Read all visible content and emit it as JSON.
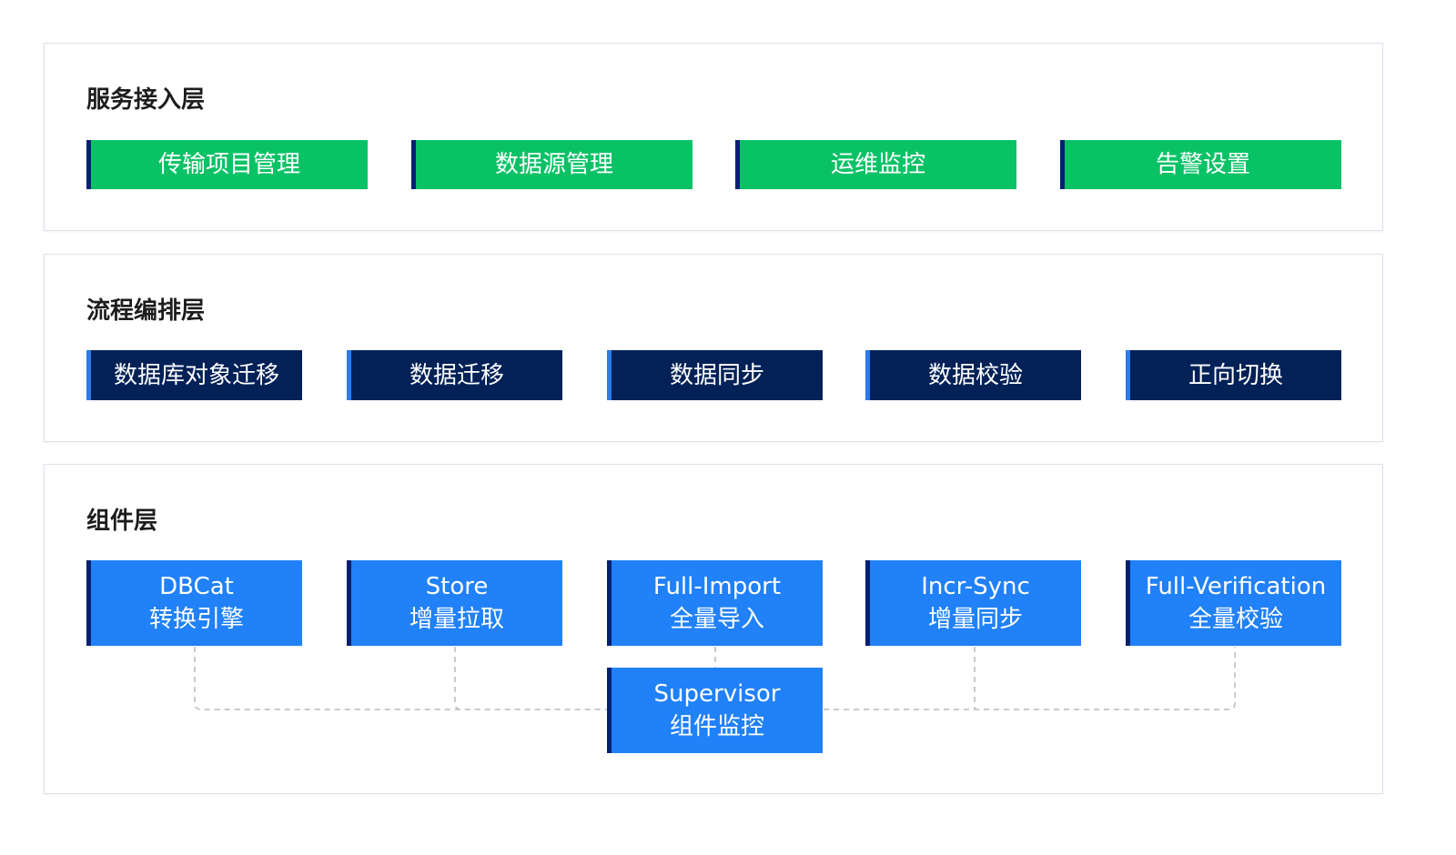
{
  "layers": {
    "access": {
      "title": "服务接入层",
      "items": [
        "传输项目管理",
        "数据源管理",
        "运维监控",
        "告警设置"
      ]
    },
    "orchestration": {
      "title": "流程编排层",
      "items": [
        "数据库对象迁移",
        "数据迁移",
        "数据同步",
        "数据校验",
        "正向切换"
      ]
    },
    "components": {
      "title": "组件层",
      "items": [
        {
          "name": "DBCat",
          "desc": "转换引擎"
        },
        {
          "name": "Store",
          "desc": "增量拉取"
        },
        {
          "name": "Full-Import",
          "desc": "全量导入"
        },
        {
          "name": "Incr-Sync",
          "desc": "增量同步"
        },
        {
          "name": "Full-Verification",
          "desc": "全量校验"
        }
      ],
      "supervisor": {
        "name": "Supervisor",
        "desc": "组件监控"
      }
    }
  },
  "colors": {
    "access_box": "#0ac266",
    "orchestration_box": "#022157",
    "component_box": "#2081f8",
    "connector": "#b5b9c0"
  }
}
